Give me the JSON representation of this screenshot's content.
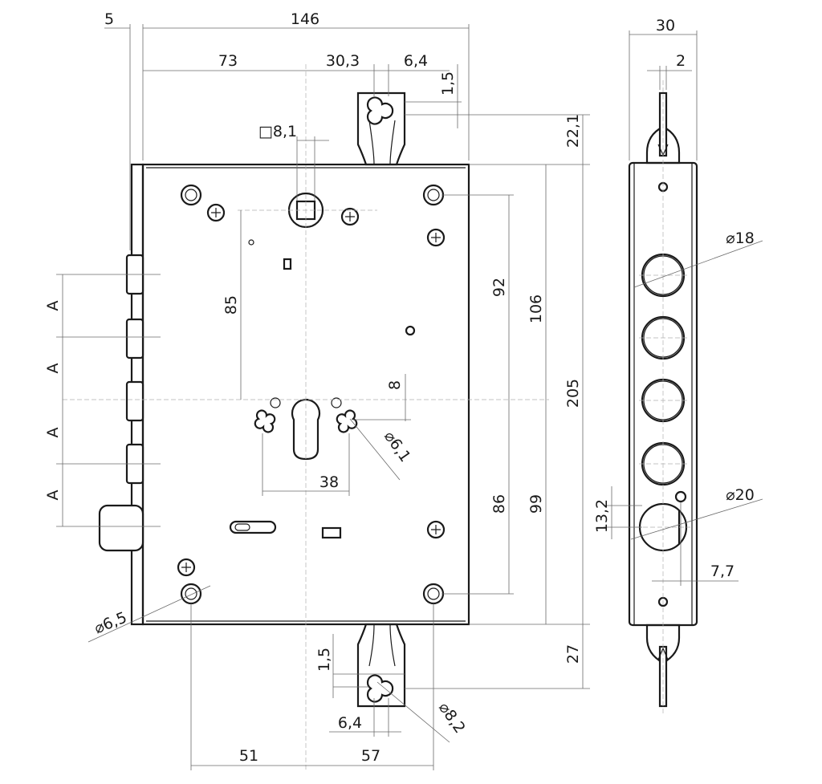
{
  "colors": {
    "line": "#1a1a1a",
    "dimension_line": "#6a6a6a",
    "background": "#ffffff"
  },
  "front_view": {
    "overall_width": "146",
    "forend_offset": "5",
    "backset": "73",
    "pin_spacing": "30,3",
    "pin_width_top": "6,4",
    "pin_width_bottom": "6,4",
    "pin_gap_top": "1,5",
    "pin_gap_bottom": "1,5",
    "pin_top_height": "22,1",
    "pin_bottom_height": "27",
    "square_follower": "□8,1",
    "follower_to_cylinder": "85",
    "upper_screw_to_cylinder": "92",
    "top_to_cylinder": "106",
    "case_height": "205",
    "lower_screw_to_cylinder": "86",
    "bottom_to_cylinder": "99",
    "cylinder_offset": "8",
    "cylinder_hole_spacing": "38",
    "cylinder_hole_diameter": "⌀6,1",
    "fixing_hole_diameter": "⌀6,5",
    "pin_hole_diameter": "⌀8,2",
    "bottom_left_spacing": "51",
    "bottom_right_spacing": "57",
    "bolt_spacing_labels": [
      "A",
      "A",
      "A",
      "A"
    ]
  },
  "side_view": {
    "forend_width": "30",
    "pin_thickness": "2",
    "bolt_diameter": "⌀18",
    "latch_diameter": "⌀20",
    "latch_offset": "13,2",
    "hole_offset": "7,7"
  }
}
